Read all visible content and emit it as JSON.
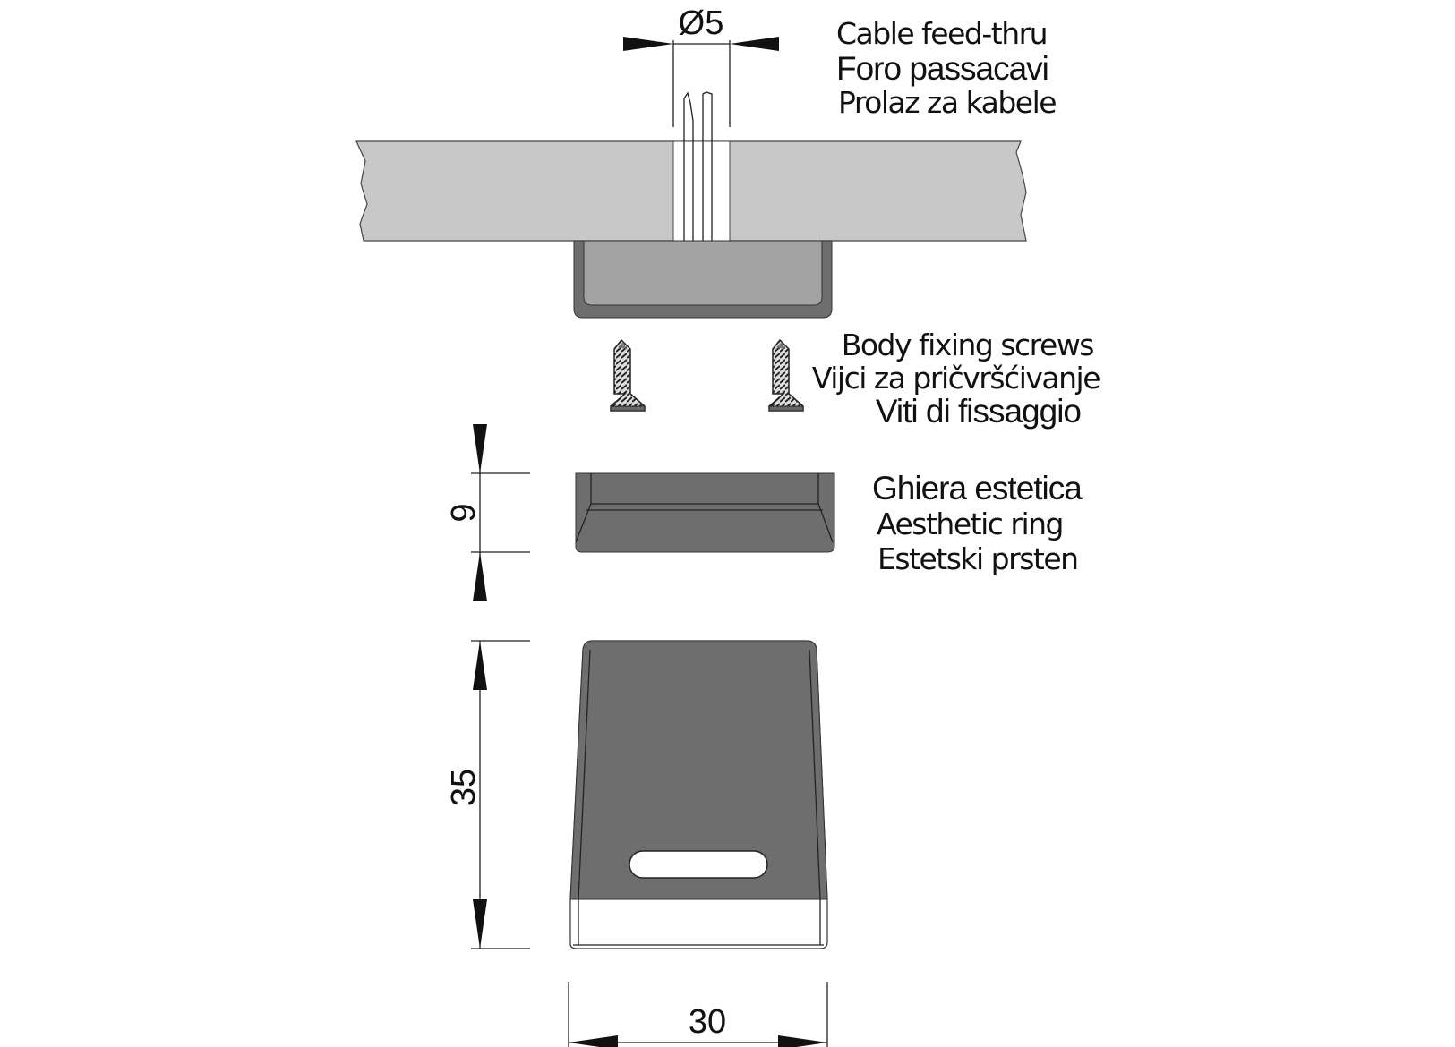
{
  "dimensions": {
    "hole_diameter": "Ø5",
    "ring_height": "9",
    "body_height": "35",
    "body_width": "30"
  },
  "labels": {
    "cable": [
      "Cable feed-thru",
      "Foro passacavi",
      "Prolaz za kabele"
    ],
    "screws": [
      "Body fixing screws",
      "Vijci za pričvršćivanje",
      "Viti di fissaggio"
    ],
    "ring": [
      "Ghiera estetica",
      "Aesthetic ring",
      "Estetski prsten"
    ]
  },
  "colors": {
    "board": "#c8c8c8",
    "body_dark": "#6e6e6e",
    "body_inner": "#a3a3a3",
    "ring": "#6e6e6e"
  }
}
